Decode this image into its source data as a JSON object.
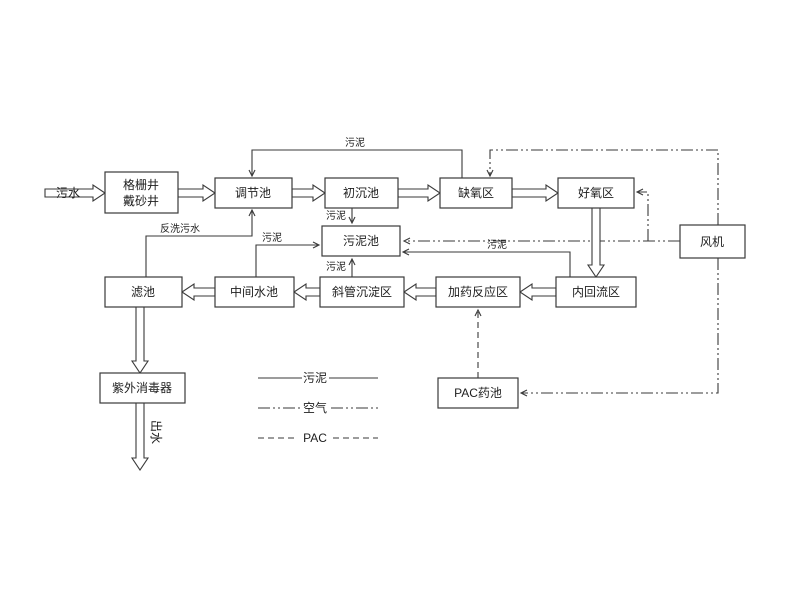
{
  "diagram": {
    "inlet": "污水",
    "outlet": "出水",
    "boxes": {
      "grit_well_line1": "格栅井",
      "grit_well_line2": "戴砂井",
      "regulating_tank": "调节池",
      "primary_sedimentation": "初沉池",
      "anoxic_zone": "缺氧区",
      "aerobic_zone": "好氧区",
      "fan": "风机",
      "sludge_tank": "污泥池",
      "internal_return_zone": "内回流区",
      "dosing_reaction_zone": "加药反应区",
      "inclined_tube_zone": "斜管沉淀区",
      "intermediate_tank": "中间水池",
      "filter_tank": "滤池",
      "uv_disinfector": "紫外消毒器",
      "pac_tank": "PAC药池"
    },
    "line_labels": {
      "sludge_top": "污泥",
      "sludge_primary": "污泥",
      "sludge_inclined": "污泥",
      "sludge_intermediate": "污泥",
      "sludge_return": "污泥",
      "backwash": "反洗污水"
    },
    "legend": {
      "sludge": "污泥",
      "air": "空气",
      "pac": "PAC"
    },
    "colors": {
      "line": "#3a3a3a",
      "background": "#ffffff"
    }
  }
}
